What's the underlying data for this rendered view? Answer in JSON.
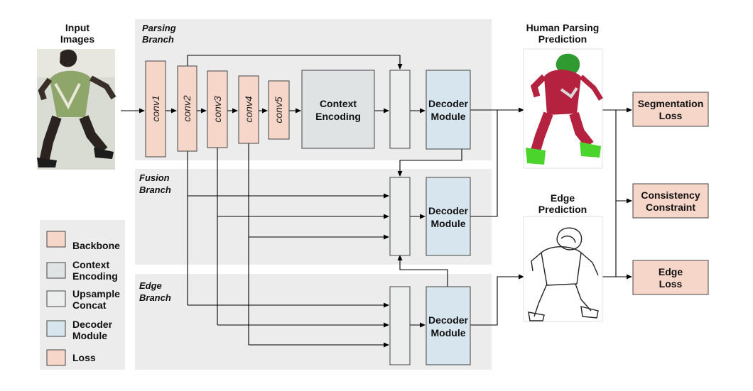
{
  "input": {
    "title_line1": "Input",
    "title_line2": "Images"
  },
  "branches": {
    "parsing": {
      "line1": "Parsing",
      "line2": "Branch"
    },
    "fusion": {
      "line1": "Fusion",
      "line2": "Branch"
    },
    "edge": {
      "line1": "Edge",
      "line2": "Branch"
    }
  },
  "backbone": {
    "conv1": "conv1",
    "conv2": "conv2",
    "conv3": "conv3",
    "conv4": "conv4",
    "conv5": "conv5"
  },
  "context_encoding": {
    "line1": "Context",
    "line2": "Encoding"
  },
  "decoder": {
    "line1": "Decoder",
    "line2": "Module"
  },
  "outputs": {
    "parsing": {
      "line1": "Human Parsing",
      "line2": "Prediction"
    },
    "edge": {
      "line1": "Edge",
      "line2": "Prediction"
    }
  },
  "losses": {
    "segmentation": {
      "line1": "Segmentation",
      "line2": "Loss"
    },
    "consistency": {
      "line1": "Consistency",
      "line2": "Constraint"
    },
    "edge": {
      "line1": "Edge",
      "line2": "Loss"
    }
  },
  "legend": {
    "items": [
      {
        "line1": "Backbone",
        "line2": "",
        "color": "#f6d6c9"
      },
      {
        "line1": "Context",
        "line2": "Encoding",
        "color": "#dfe3e3"
      },
      {
        "line1": "Upsample",
        "line2": "Concat",
        "color": "#eceeee"
      },
      {
        "line1": "Decoder",
        "line2": "Module",
        "color": "#d7e6ee"
      },
      {
        "line1": "Loss",
        "line2": "",
        "color": "#f6d6c9"
      }
    ]
  },
  "colors": {
    "panel": "#ececec",
    "backbone": "#f6d6c9",
    "context": "#dfe3e3",
    "upsample": "#eceeee",
    "decoder": "#d7e6ee",
    "loss": "#f6d6c9",
    "parse_body": "#b5223f",
    "parse_hair": "#2f9a2f",
    "parse_shoes": "#4ad42c"
  }
}
